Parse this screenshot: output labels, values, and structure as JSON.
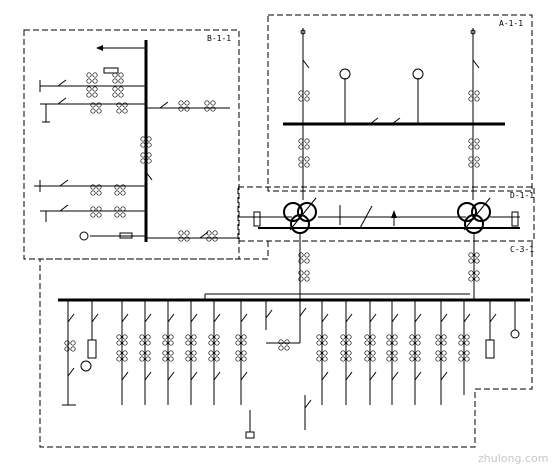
{
  "labels": {
    "b11": "B-1-1",
    "a11": "A-1-1",
    "d11": "D-1-1",
    "c31": "C-3-1"
  },
  "watermark": "zhulong.com"
}
